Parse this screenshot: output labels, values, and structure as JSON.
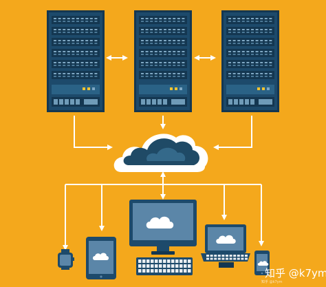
{
  "watermark": {
    "text": "知乎 @k7ym",
    "small_text": "知乎 @k7ym"
  },
  "colors": {
    "background": "#f4a81c",
    "server_body": "#1d4a6b",
    "server_dark": "#143751",
    "server_panel": "#2a6286",
    "led_yellow": "#f4c430",
    "arrow": "#ffffff",
    "cloud_dark": "#1f4a66",
    "cloud_light": "#ffffff",
    "device_frame": "#1d4a6b",
    "screen": "#5b86a8"
  },
  "nodes": {
    "servers": [
      "server-left",
      "server-center",
      "server-right"
    ],
    "cloud": "cloud",
    "devices": [
      "smartwatch",
      "tablet",
      "desktop-monitor",
      "keyboard",
      "laptop",
      "smartphone"
    ]
  }
}
